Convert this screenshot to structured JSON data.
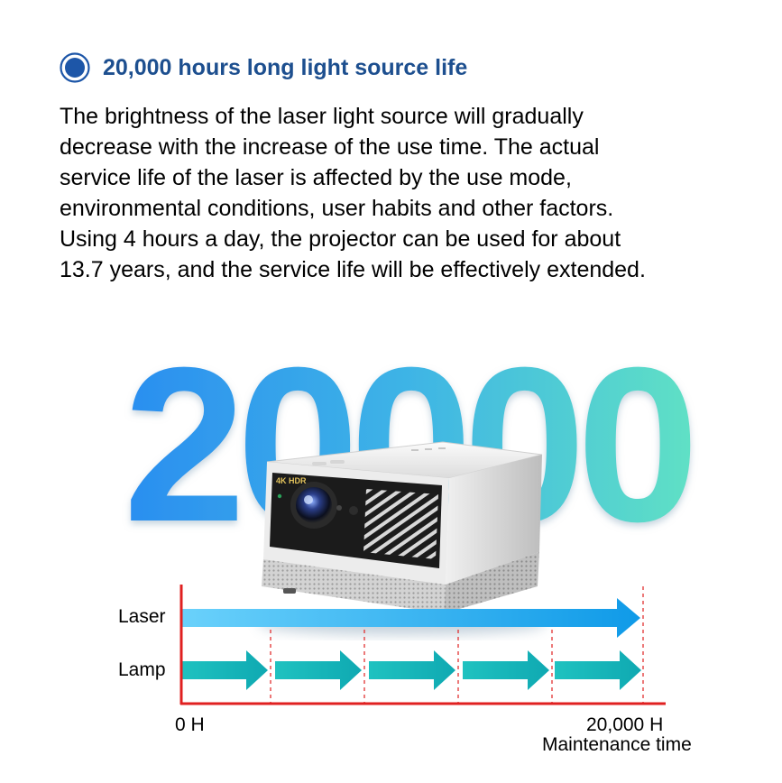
{
  "header": {
    "title": "20,000 hours long light source life"
  },
  "description": {
    "lines": [
      "The brightness of the laser light source will gradually",
      "decrease with the increase of the use time. The actual",
      "service life of the laser is affected by the use mode,",
      "environmental conditions, user habits and other factors.",
      "Using 4 hours a day, the projector can be used for about",
      "13.7 years, and the service life will be effectively extended."
    ]
  },
  "big_number": "20000",
  "projector": {
    "badge": "4K HDR"
  },
  "timeline": {
    "laser_label": "Laser",
    "lamp_label": "Lamp",
    "start_label": "0 H",
    "end_label": "20,000 H",
    "axis_caption": "Maintenance time",
    "lamp_segments": 5
  },
  "colors": {
    "title": "#1d4f8f",
    "bullet": "#1d56a8",
    "laser_arrow": "#19a6ef",
    "lamp_arrow": "#15b7b8",
    "axis": "#e02020",
    "big_number_start": "#2a8ef0",
    "big_number_end": "#5fe0c5"
  }
}
